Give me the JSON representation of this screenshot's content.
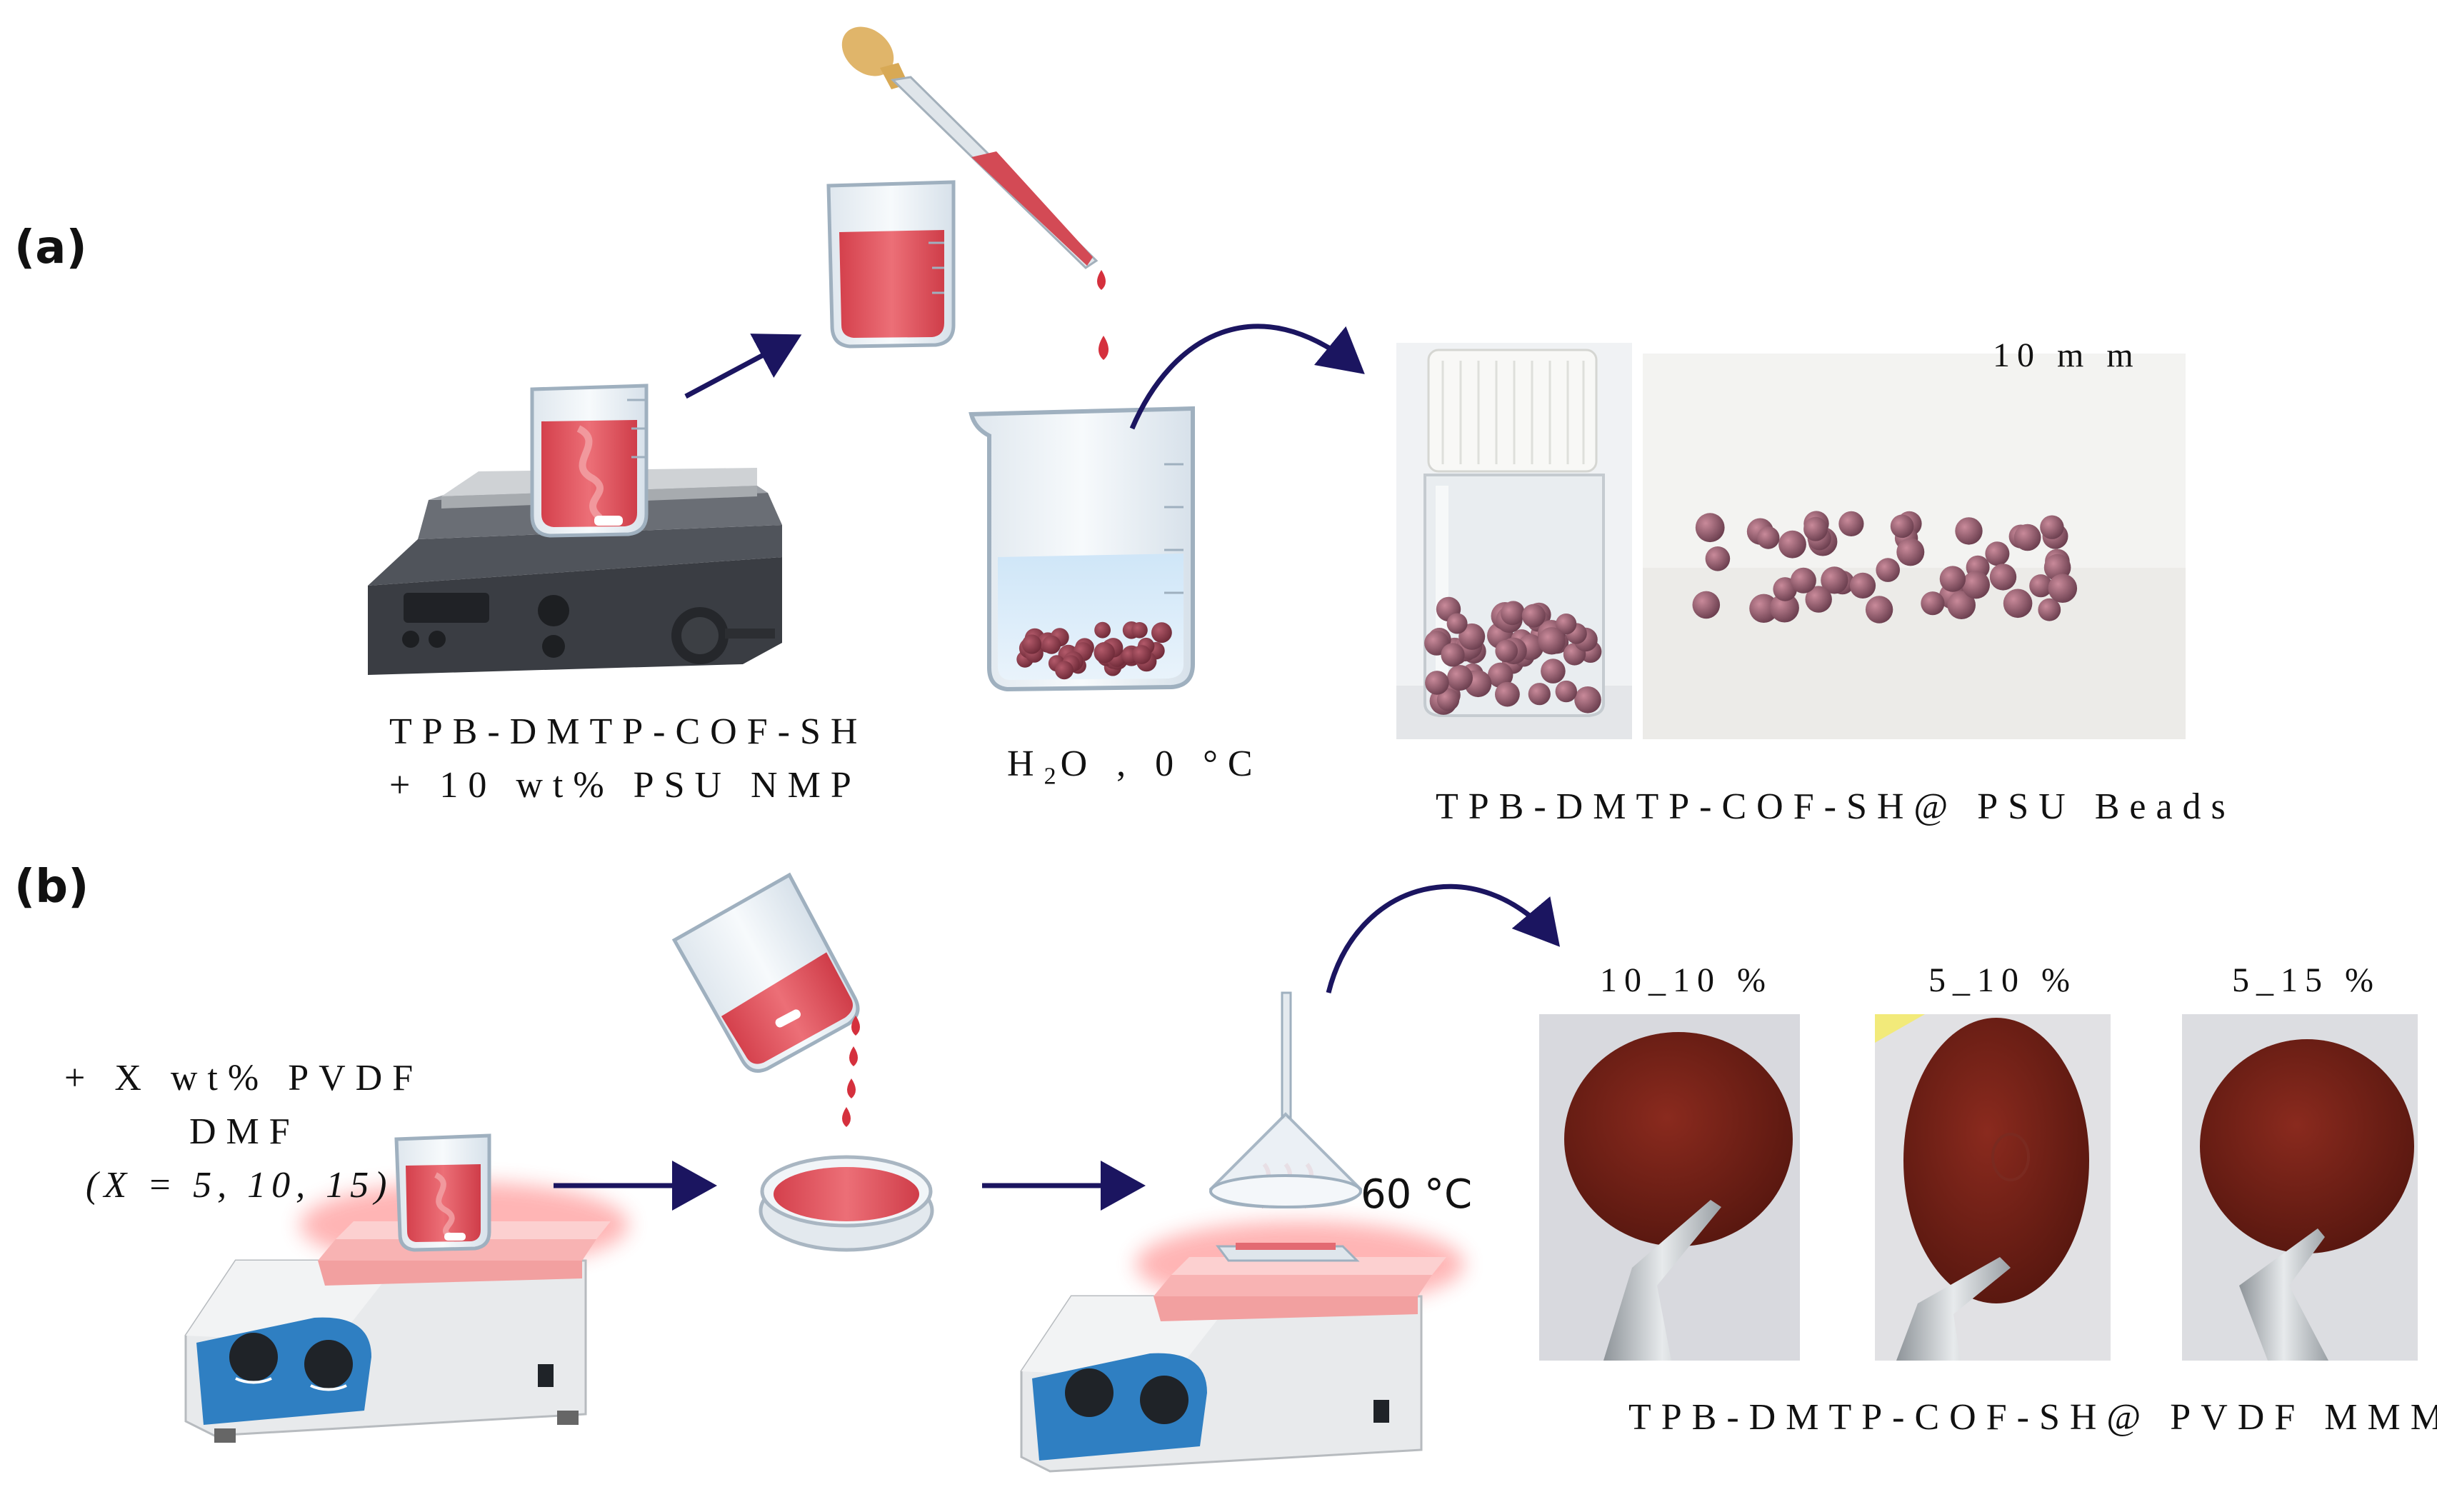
{
  "panels": {
    "a": {
      "label": "(a)",
      "step1_caption_line1": "TPB-DMTP-COF-SH",
      "step1_caption_line2": "+ 10 wt% PSU NMP",
      "step2_caption_main": "H",
      "step2_caption_sub": "2",
      "step2_caption_rest": "O , 0 °C",
      "scale_bar_label": "10 m m",
      "result_caption": "TPB-DMTP-COF-SH@ PSU Beads"
    },
    "b": {
      "label": "(b)",
      "step1_caption_line1": "+ X wt% PVDF",
      "step1_caption_line2": "DMF",
      "step1_caption_line3": "(X = 5, 10, 15)",
      "temperature": "60 °C",
      "membranes": [
        "10_10 %",
        "5_10 %",
        "5_15 %"
      ],
      "result_caption": "TPB-DMTP-COF-SH@ PVDF MMM"
    }
  },
  "colors": {
    "solution_red": "#e0525c",
    "arrow_navy": "#1b1560",
    "bead_purple": "#7a4a5c",
    "membrane_brown": "#6a1d14",
    "plate_blue": "#2f7fc2",
    "hot_pink": "#ff8080"
  }
}
